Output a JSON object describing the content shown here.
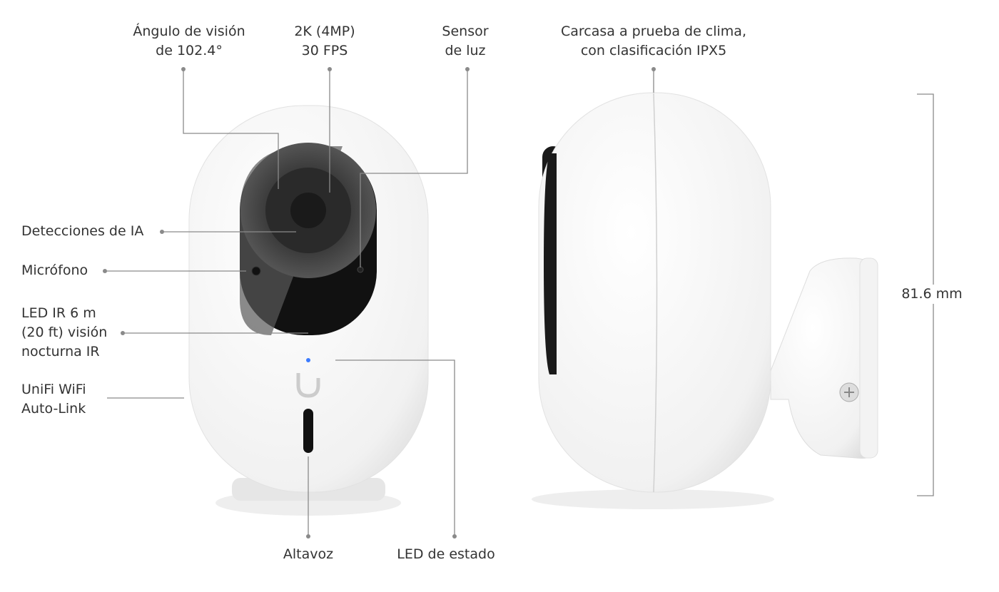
{
  "labels": {
    "viewing_angle": [
      "Ángulo de visión",
      "de 102.4°"
    ],
    "resolution": [
      "2K (4MP)",
      "30 FPS"
    ],
    "light_sensor": [
      "Sensor",
      "de luz"
    ],
    "housing": [
      "Carcasa a prueba de clima,",
      "con clasificación IPX5"
    ],
    "ai_detection": "Detecciones de IA",
    "microphone": "Micrófono",
    "ir_led": [
      "LED IR 6 m",
      "(20 ft) visión",
      "nocturna IR"
    ],
    "wifi": [
      "UniFi WiFi",
      "Auto-Link"
    ],
    "speaker": "Altavoz",
    "status_led": "LED de estado",
    "height": "81.6 mm"
  },
  "colors": {
    "line": "#8a8a8a",
    "status_led": "#3b7bff",
    "lens": "#111111"
  }
}
